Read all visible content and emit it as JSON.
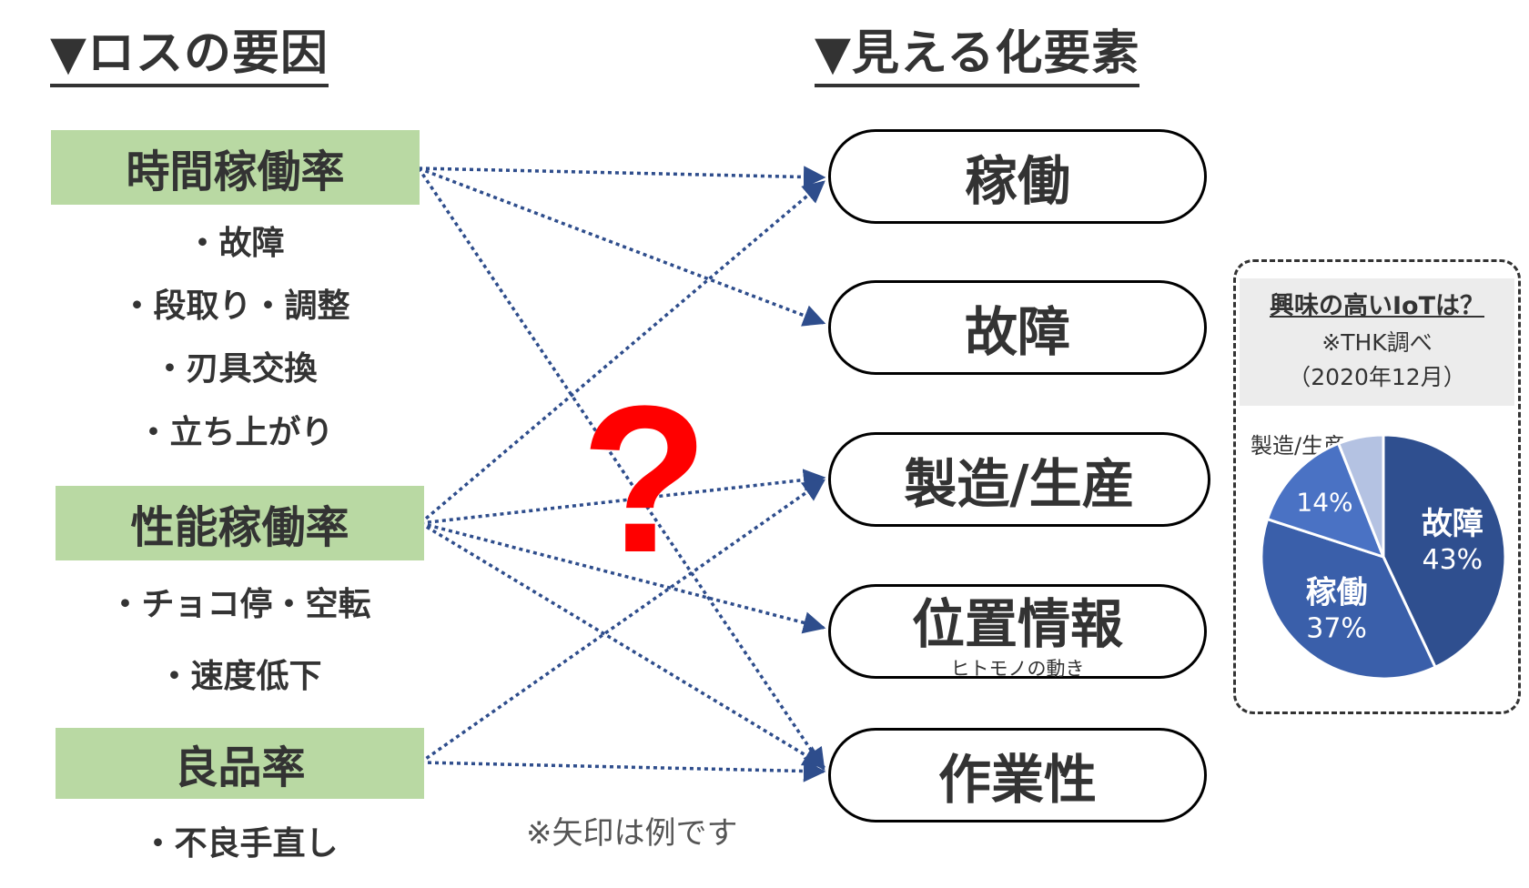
{
  "left_heading": "▼ロスの要因",
  "right_heading": "▼見える化要素",
  "loss_factors": [
    {
      "label": "時間稼働率",
      "items": [
        "・故障",
        "・段取り・調整",
        "・刃具交換",
        "・立ち上がり"
      ]
    },
    {
      "label": "性能稼働率",
      "items": [
        "・チョコ停・空転",
        "・速度低下"
      ]
    },
    {
      "label": "良品率",
      "items": [
        "・不良手直し"
      ]
    }
  ],
  "visualization_elements": [
    {
      "label": "稼働",
      "sub": ""
    },
    {
      "label": "故障",
      "sub": ""
    },
    {
      "label": "製造/生産",
      "sub": ""
    },
    {
      "label": "位置情報",
      "sub": "ヒトモノの動き"
    },
    {
      "label": "作業性",
      "sub": ""
    }
  ],
  "question_mark": "?",
  "arrow_note": "※矢印は例です",
  "survey": {
    "title": "興味の高いIoTは？",
    "source": "※THK調べ",
    "date": "（2020年12月）"
  },
  "chart_data": {
    "type": "pie",
    "slices": [
      {
        "name": "故障",
        "value": 43,
        "label": "43%",
        "color": "#2f4f8f"
      },
      {
        "name": "稼働",
        "value": 37,
        "label": "37%",
        "color": "#3a5faa"
      },
      {
        "name": "",
        "value": 14,
        "label": "14%",
        "color": "#4a72c4"
      },
      {
        "name": "製造/生産",
        "value": 6,
        "label": "",
        "color": "#b4c2e2"
      }
    ],
    "callout_label": "製造/生産"
  },
  "colors": {
    "loss_box": "#b9d9a3",
    "arrow": "#2e4d8c",
    "question": "#ff0000"
  }
}
